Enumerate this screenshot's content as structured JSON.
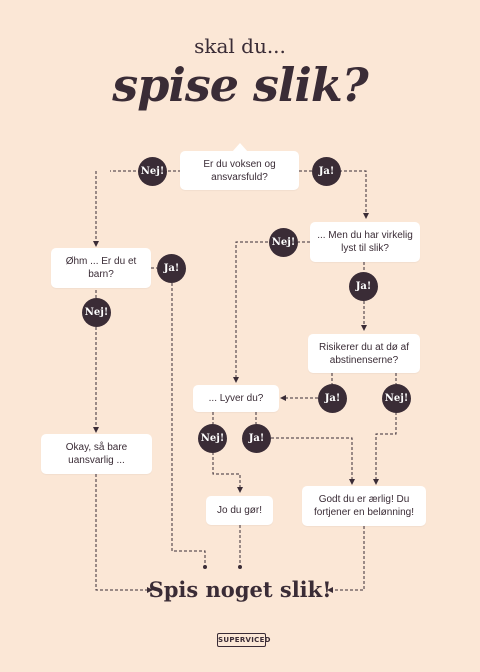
{
  "header": {
    "subtitle": "skal du...",
    "title": "spise slik?"
  },
  "boxes": {
    "q_adult": "Er du voksen og ansvarsfuld?",
    "q_child": "Øhm ... Er du et barn?",
    "q_want": "... Men du har virkelig lyst til slik?",
    "q_die": "Risikerer du at dø af abstinenserne?",
    "q_lie": "... Lyver du?",
    "irresponsible": "Okay, så bare uansvarlig ...",
    "you_do": "Jo du gør!",
    "honest": "Godt du er ærlig! Du fortjener en belønning!"
  },
  "answers": {
    "nej": "Nej!",
    "ja": "Ja!"
  },
  "final": "Spis noget slik!",
  "logo": "SUPERVICED",
  "colors": {
    "background": "#fbe7d6",
    "dark": "#3a2c36",
    "box": "#ffffff"
  }
}
